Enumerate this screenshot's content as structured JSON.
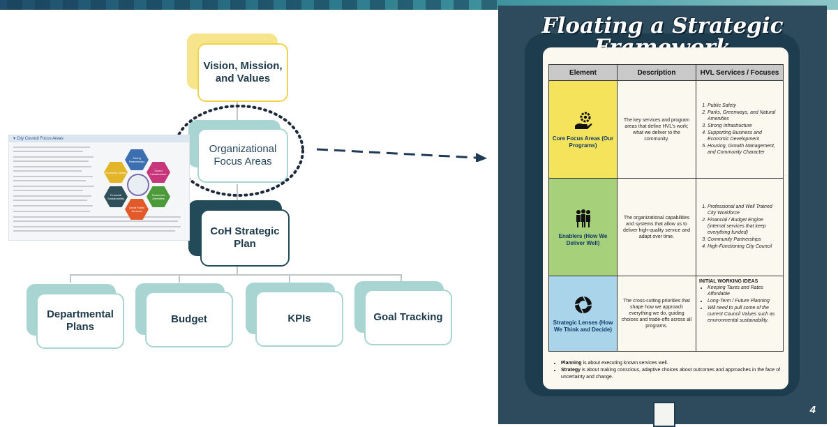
{
  "diagram": {
    "vision": "Vision, Mission, and Values",
    "focus": "Organizational Focus Areas",
    "strategic_plan": "CoH Strategic Plan",
    "bottom_items": [
      "Departmental Plans",
      "Budget",
      "KPIs",
      "Goal Tracking"
    ]
  },
  "mini_screenshot": {
    "header": "City Council Focus Areas",
    "hexes": [
      "Strong Partnerships",
      "Economic Vitality",
      "Sound Infrastructure",
      "Financial Sustainability",
      "Numerous Amenities",
      "Great Public Services"
    ]
  },
  "poster": {
    "title_line1": "Floating a Strategic",
    "title_line2": "Framework",
    "page_number": "4",
    "columns": [
      "Element",
      "Description",
      "HVL Services / Focuses"
    ],
    "rows": [
      {
        "element": "Core Focus Areas (Our Programs)",
        "icon": "hand-gear-icon",
        "description": "The key services and program areas that define HVL's work; what we deliver to the community.",
        "focuses_type": "ol",
        "focuses": [
          "Public Safety",
          "Parks, Greenways, and Natural Amenities",
          "Strong Infrastructure",
          "Supporting Business and Economic Development",
          "Housing, Growth Management, and Community Character"
        ]
      },
      {
        "element": "Enablers (How We Deliver Well)",
        "icon": "team-icon",
        "description": "The organizational capabilities and systems that allow us to deliver high-quality service and adapt over time.",
        "focuses_type": "ol",
        "focuses": [
          "Professional and Well Trained City Workforce",
          "Financial / Budget Engine (internal services that keep everything funded)",
          "Community Partnerships",
          "High-Functioning City Council"
        ]
      },
      {
        "element": "Strategic Lenses (How We Think and Decide)",
        "icon": "aperture-icon",
        "description": "The cross-cutting priorities that shape how we approach everything we do, guiding choices and trade-offs across all programs.",
        "focuses_type": "ul",
        "focuses_heading": "INITIAL WORKING IDEAS",
        "focuses": [
          "Keeping Taxes and Rates Affordable",
          "Long-Term / Future Planning",
          "Will need to pull some of the current Council Values such as environmental sustainability."
        ]
      }
    ],
    "bullets": [
      {
        "bold": "Planning",
        "text": " is about executing known services well."
      },
      {
        "bold": "Strategy",
        "text": " is about making conscious, adaptive choices about outcomes and approaches in the face of uncertainty and change."
      }
    ]
  },
  "colors": {
    "core_bg": "#f6e35c",
    "enablers_bg": "#a6d07a",
    "lenses_bg": "#a9d4ea",
    "vision_back": "#f7e58d",
    "plan_back": "#234a58",
    "bottom_back": "#9fcdca",
    "poster_bg": "#2d4b5c"
  }
}
